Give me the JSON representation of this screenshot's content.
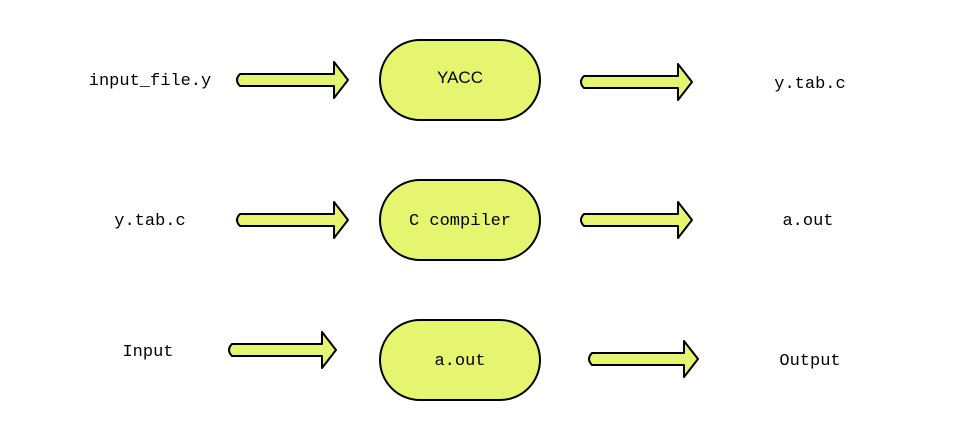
{
  "diagram": {
    "fill_color": "#e5f56f",
    "stroke_color": "#000000",
    "rows": [
      {
        "input": "input_file.y",
        "process": "YACC",
        "output": "y.tab.c"
      },
      {
        "input": "y.tab.c",
        "process": "C compiler",
        "output": "a.out"
      },
      {
        "input": "Input",
        "process": "a.out",
        "output": "Output"
      }
    ]
  }
}
